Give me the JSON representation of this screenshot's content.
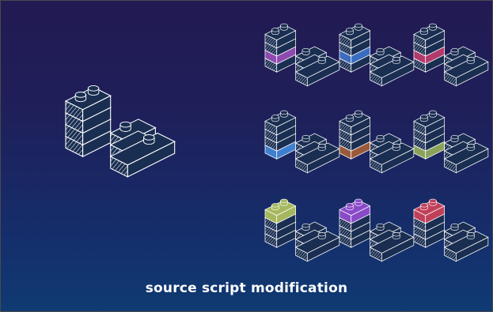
{
  "caption": "source script modification",
  "colors": {
    "background_top": "#221a52",
    "background_bottom": "#0f3a72",
    "brick_fill": "#1a2e52",
    "outline": "#ffffff"
  },
  "source_model": {
    "name": "source-lego-model"
  },
  "variants": [
    {
      "name": "variant-1",
      "highlight": "mid-tall-block",
      "color": "#8e4ab0"
    },
    {
      "name": "variant-2",
      "highlight": "mid-tall-block",
      "color": "#3a6cc0"
    },
    {
      "name": "variant-3",
      "highlight": "mid-tall-block",
      "color": "#b23a6a"
    },
    {
      "name": "variant-4",
      "highlight": "bottom-tall-block",
      "color": "#3f7fd0"
    },
    {
      "name": "variant-5",
      "highlight": "bottom-tall-block",
      "color": "#9a5a3a"
    },
    {
      "name": "variant-6",
      "highlight": "bottom-tall-block",
      "color": "#8aa25a"
    },
    {
      "name": "variant-7",
      "highlight": "top-tall-block",
      "color": "#a6b85e"
    },
    {
      "name": "variant-8",
      "highlight": "top-tall-block",
      "color": "#8a4ac8"
    },
    {
      "name": "variant-9",
      "highlight": "top-tall-block",
      "color": "#c0405a"
    }
  ]
}
